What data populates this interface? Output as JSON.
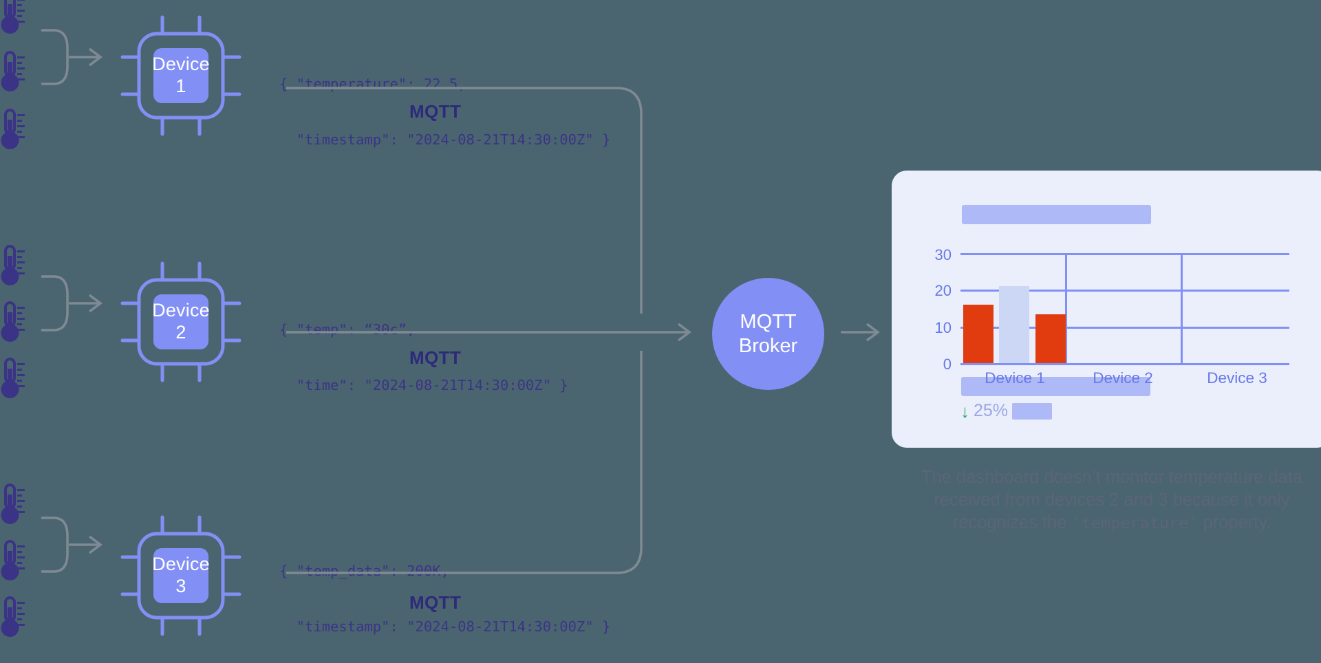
{
  "background_color": "#4a6570",
  "palette": {
    "periwinkle": "#8290f5",
    "periwinkle_light": "#aeb9f7",
    "navy_text": "#3b3486",
    "card_bg": "#eaeffb",
    "bar_red": "#e03c10",
    "bar_pale": "#ccd7f5",
    "line_gray": "#7f8a93",
    "caption_gray": "#5b6577",
    "green_arrow": "#1faa5a"
  },
  "sensors": {
    "icon": "thermometer-icon",
    "groups": [
      {
        "count": 3,
        "label": "device-1-sensors"
      },
      {
        "count": 3,
        "label": "device-2-sensors"
      },
      {
        "count": 3,
        "label": "device-3-sensors"
      }
    ]
  },
  "devices": [
    {
      "icon": "chip-icon",
      "name_line1": "Device",
      "name_line2": "1",
      "payload_line1": "{ \"temperature\": 22.5,",
      "payload_line2": "  \"timestamp\": \"2024-08-21T14:30:00Z\" }",
      "protocol": "MQTT"
    },
    {
      "icon": "chip-icon",
      "name_line1": "Device",
      "name_line2": "2",
      "payload_line1": "{ \"temp\": “30c”,",
      "payload_line2": "  \"time\": \"2024-08-21T14:30:00Z\" }",
      "protocol": "MQTT"
    },
    {
      "icon": "chip-icon",
      "name_line1": "Device",
      "name_line2": "3",
      "payload_line1": "{ \"temp_data\": 200K,",
      "payload_line2": "  \"timestamp\": \"2024-08-21T14:30:00Z\" }",
      "protocol": "MQTT"
    }
  ],
  "broker": {
    "line1": "MQTT",
    "line2": "Broker"
  },
  "dashboard": {
    "delta_arrow": "↓",
    "delta_value": "25%"
  },
  "chart_data": {
    "type": "bar",
    "title": "",
    "xlabel": "",
    "ylabel": "",
    "categories": [
      "Device 1",
      "Device 2",
      "Device 3"
    ],
    "ytick_labels": [
      "30",
      "20",
      "10",
      "0"
    ],
    "ytick_values": [
      30,
      20,
      10,
      0
    ],
    "ylim": [
      0,
      30
    ],
    "grid": true,
    "legend": "none",
    "series": [
      {
        "name": "reading-a",
        "color": "#e03c10",
        "values": [
          16,
          null,
          null
        ]
      },
      {
        "name": "reading-b",
        "color": "#ccd7f5",
        "values": [
          21,
          null,
          null
        ]
      },
      {
        "name": "reading-c",
        "color": "#e03c10",
        "values": [
          13.5,
          null,
          null
        ]
      }
    ],
    "note": "Device 2 and Device 3 have no rendered bars"
  },
  "caption": {
    "part1": "The dashboard doesn’t monitor temperature data received from devices 2 and 3 because it only recognizes the ",
    "code": "'temperature'",
    "part2": " property."
  }
}
